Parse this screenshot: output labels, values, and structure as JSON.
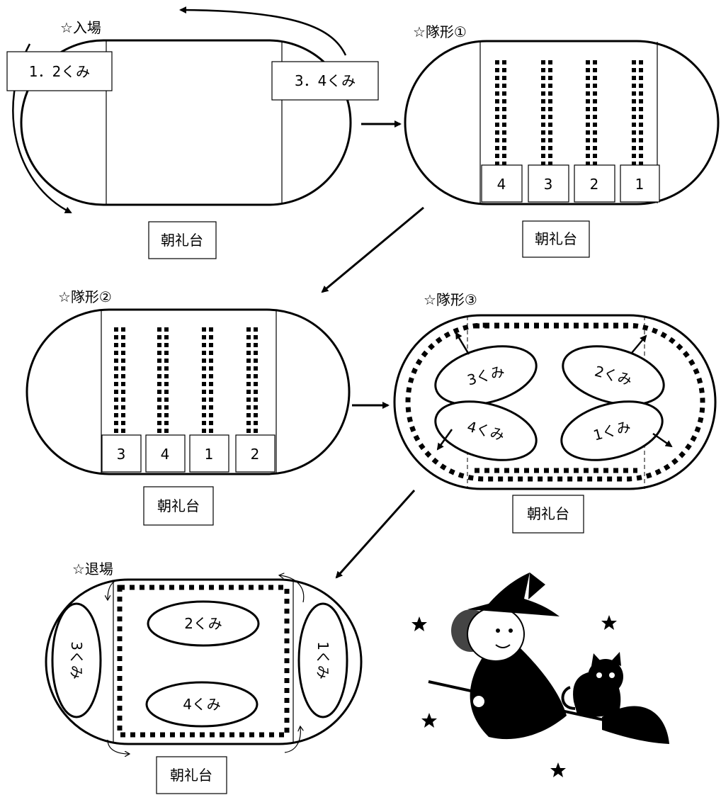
{
  "sections": {
    "entrance": {
      "title": "☆入場",
      "group_a": "1．2くみ",
      "group_b": "3．4くみ",
      "stage": "朝礼台"
    },
    "formation1": {
      "title": "☆隊形①",
      "boxes": [
        "4",
        "3",
        "2",
        "1"
      ],
      "stage": "朝礼台"
    },
    "formation2": {
      "title": "☆隊形②",
      "boxes": [
        "3",
        "4",
        "1",
        "2"
      ],
      "stage": "朝礼台"
    },
    "formation3": {
      "title": "☆隊形③",
      "groups": [
        "3くみ",
        "2くみ",
        "4くみ",
        "1くみ"
      ],
      "stage": "朝礼台"
    },
    "exit": {
      "title": "☆退場",
      "groups": [
        "2くみ",
        "4くみ",
        "3くみ",
        "1くみ"
      ],
      "stage": "朝礼台"
    }
  },
  "illustration": {
    "subject": "witch-on-broom-with-black-cat",
    "icon": "star-icon"
  }
}
